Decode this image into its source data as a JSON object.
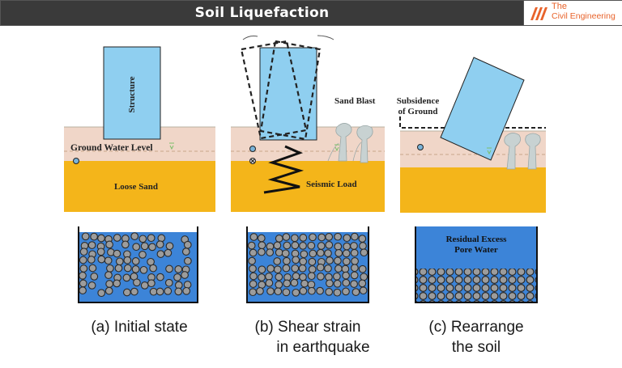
{
  "header": {
    "title": "Soil Liquefaction",
    "logo_line1": "The",
    "logo_line2": "Civil Engineering"
  },
  "panel_a": {
    "structure_label": "Structure",
    "water_level_label": "Ground Water Level",
    "sand_label": "Loose Sand",
    "caption_line1": "(a) Initial state",
    "caption_line2": ""
  },
  "panel_b": {
    "sand_blast_label": "Sand Blast",
    "seismic_label": "Seismic Load",
    "caption_line1": "(b) Shear strain",
    "caption_line2": "in earthquake"
  },
  "panel_c": {
    "subsidence_line1": "Subsidence",
    "subsidence_line2": "of Ground",
    "pore_water_line1": "Residual Excess",
    "pore_water_line2": "Pore Water",
    "caption_line1": "(c) Rearrange",
    "caption_line2": "the soil"
  },
  "colors": {
    "structure": "#8fcff0",
    "upper_soil": "#f0d6c8",
    "loose_sand": "#f4b51a",
    "water": "#3c84d8",
    "grain": "#9a9a9a"
  }
}
